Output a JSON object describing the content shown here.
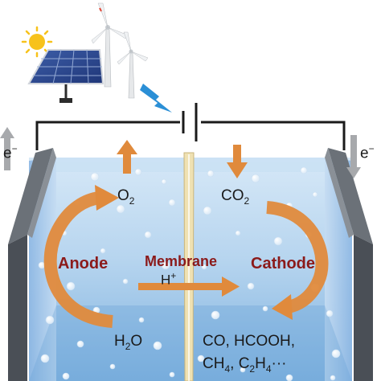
{
  "labels": {
    "anode": "Anode",
    "cathode": "Cathode",
    "membrane": "Membrane",
    "proton": "H",
    "proton_charge": "+",
    "electron_left": "e",
    "electron_left_charge": "−",
    "electron_right": "e",
    "electron_right_charge": "−",
    "oxygen": "O",
    "oxygen_sub": "2",
    "carbon_dioxide": "CO",
    "carbon_dioxide_sub": "2",
    "water": "H",
    "water_sub": "2",
    "water_tail": "O",
    "products_line1": "CO, HCOOH,",
    "products_line2_a": "CH",
    "products_line2_sub1": "4",
    "products_line2_b": ", C",
    "products_line2_sub2": "2",
    "products_line2_c": "H",
    "products_line2_sub3": "4",
    "products_line2_d": "···"
  },
  "icons": [
    "sun-icon",
    "solar-panel-icon",
    "wind-turbine-icon",
    "lightning-icon",
    "battery-icon"
  ],
  "colors": {
    "arrow_orange": "#e08a3c",
    "label_red": "#8b1a1a",
    "electrolyte_blue": "#a9cdec",
    "electrode_gray": "#5a5f66",
    "membrane_tan": "#e8d7a6",
    "lightning_blue": "#2b8fd6"
  }
}
